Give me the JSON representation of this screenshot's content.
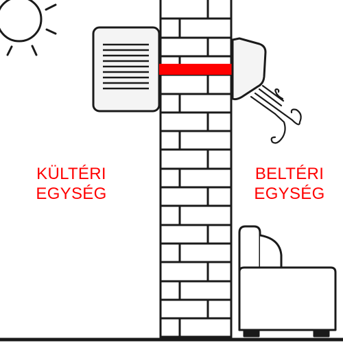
{
  "labels": {
    "outdoor": {
      "line1": "KÜLTÉRI",
      "line2": "EGYSÉG"
    },
    "indoor": {
      "line1": "BELTÉRI",
      "line2": "EGYSÉG"
    }
  },
  "colors": {
    "accent": "#ff0000",
    "ink": "#1a1a1a",
    "background": "#ffffff",
    "unit_fill": "#f4f4f4"
  },
  "icons": [
    "sun-icon",
    "outdoor-unit-icon",
    "refrigerant-pipe",
    "brick-wall",
    "indoor-unit-icon",
    "airflow-icon",
    "armchair-icon"
  ]
}
